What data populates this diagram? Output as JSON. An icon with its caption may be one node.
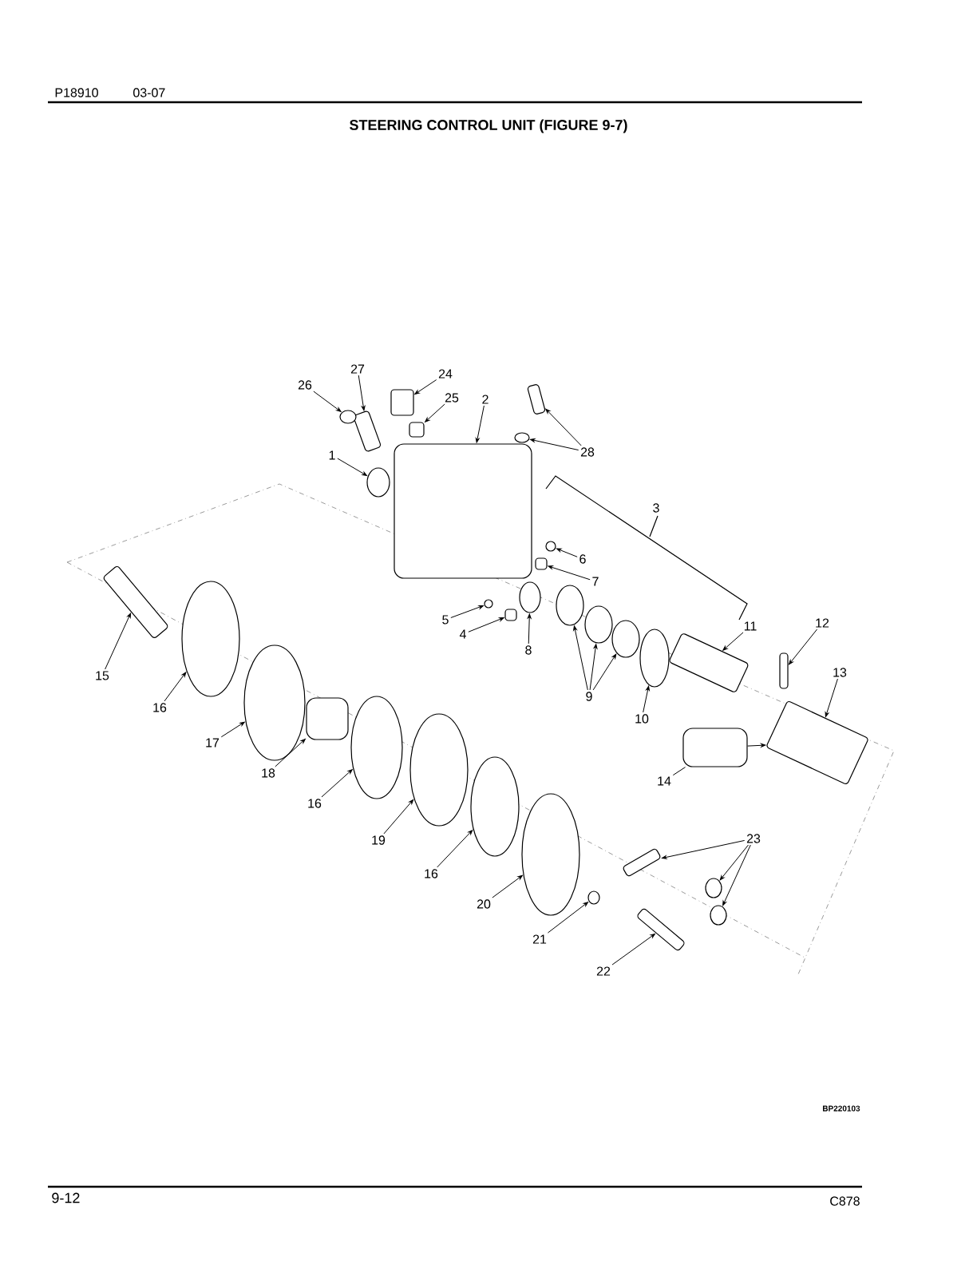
{
  "diagram": {
    "title": "STEERING CONTROL UNIT (FIGURE 9-7)",
    "nodes": [
      {
        "text": [
          "27"
        ]
      },
      {
        "text": [
          "24"
        ]
      },
      {
        "text": [
          "26"
        ]
      },
      {
        "text": [
          "2"
        ]
      },
      {
        "text": [
          "25"
        ]
      },
      {
        "text": [
          "28"
        ]
      },
      {
        "text": [
          "1"
        ]
      },
      {
        "text": [
          "6"
        ]
      },
      {
        "text": [
          "7"
        ]
      },
      {
        "text": [
          "5"
        ]
      },
      {
        "text": [
          "12"
        ]
      },
      {
        "text": [
          "11"
        ]
      },
      {
        "text": [
          "4"
        ]
      },
      {
        "text": [
          "8"
        ]
      },
      {
        "text": [
          "13"
        ]
      },
      {
        "text": [
          "15"
        ]
      },
      {
        "text": [
          "9"
        ]
      },
      {
        "text": [
          "16"
        ]
      },
      {
        "text": [
          "10"
        ]
      },
      {
        "text": [
          "17"
        ]
      },
      {
        "text": [
          "18"
        ]
      },
      {
        "text": [
          "14"
        ]
      },
      {
        "text": [
          "16"
        ]
      },
      {
        "text": [
          "23"
        ]
      },
      {
        "text": [
          "19"
        ]
      },
      {
        "text": [
          "16"
        ]
      },
      {
        "text": [
          "20"
        ]
      },
      {
        "text": [
          "21"
        ]
      },
      {
        "text": [
          "22"
        ]
      },
      {
        "text": [],
        "shape": "cylinder"
      },
      {
        "text": [],
        "shape": "cylinder"
      },
      {
        "text": [],
        "shape": "circle"
      },
      {
        "text": [],
        "shape": "box"
      },
      {
        "text": [],
        "shape": "cylinder"
      },
      {
        "text": [],
        "shape": "cylinder"
      },
      {
        "text": [],
        "shape": "circle"
      },
      {
        "text": [],
        "shape": "circle"
      },
      {
        "text": [],
        "shape": "circle"
      },
      {
        "text": [],
        "shape": "cylinder"
      },
      {
        "text": [],
        "shape": "circle"
      },
      {
        "text": [],
        "shape": "cylinder"
      },
      {
        "text": [],
        "shape": "cylinder"
      },
      {
        "text": [],
        "shape": "cylinder"
      },
      {
        "text": [],
        "shape": "circle"
      },
      {
        "text": [],
        "shape": "cylinder"
      },
      {
        "text": [],
        "shape": "cylinder"
      },
      {
        "text": [],
        "shape": "circle"
      },
      {
        "text": [],
        "shape": "circle"
      },
      {
        "text": [],
        "shape": "circle"
      },
      {
        "text": [],
        "shape": "circle"
      },
      {
        "text": [],
        "shape": "circle"
      },
      {
        "text": [],
        "shape": "circle"
      },
      {
        "text": [],
        "shape": "box"
      },
      {
        "text": [],
        "shape": "box"
      },
      {
        "text": [],
        "shape": "circle"
      },
      {
        "text": [],
        "shape": "cylinder"
      },
      {
        "text": [],
        "shape": "circle"
      },
      {
        "text": [],
        "shape": "circle"
      },
      {
        "text": [],
        "shape": "circle"
      },
      {
        "text": [],
        "shape": "circle"
      },
      {
        "text": [],
        "shape": "circle"
      },
      {
        "text": [],
        "shape": "circle"
      },
      {
        "text": [],
        "shape": "cylinder"
      }
    ],
    "edges": [
      {
        "from": 0,
        "to": 29,
        "arrow": "to"
      },
      {
        "from": 1,
        "to": 30,
        "arrow": "to"
      },
      {
        "from": 2,
        "to": 31,
        "arrow": "to"
      },
      {
        "from": 3,
        "to": 32,
        "arrow": "to"
      },
      {
        "from": 4,
        "to": 33,
        "arrow": "to"
      },
      {
        "from": 5,
        "to": 34,
        "arrow": "to"
      },
      {
        "from": 5,
        "to": 35,
        "arrow": "to"
      },
      {
        "from": 6,
        "to": 36,
        "arrow": "to"
      },
      {
        "from": 7,
        "to": 37,
        "arrow": "to"
      },
      {
        "from": 8,
        "to": 38,
        "arrow": "to"
      },
      {
        "from": 9,
        "to": 39,
        "arrow": "to"
      },
      {
        "from": 10,
        "to": 40,
        "arrow": "to"
      },
      {
        "from": 11,
        "to": 41,
        "arrow": "to"
      },
      {
        "from": 12,
        "to": 42,
        "arrow": "to"
      },
      {
        "from": 13,
        "to": 43,
        "arrow": "to"
      },
      {
        "from": 14,
        "to": 44,
        "arrow": "to"
      },
      {
        "from": 15,
        "to": 45,
        "arrow": "to"
      },
      {
        "from": 16,
        "to": 46,
        "arrow": "to"
      },
      {
        "from": 16,
        "to": 47,
        "arrow": "to"
      },
      {
        "from": 16,
        "to": 48,
        "arrow": "to"
      },
      {
        "from": 17,
        "to": 49,
        "arrow": "to"
      },
      {
        "from": 18,
        "to": 50,
        "arrow": "to"
      },
      {
        "from": 19,
        "to": 51,
        "arrow": "to"
      },
      {
        "from": 20,
        "to": 52,
        "arrow": "to"
      },
      {
        "from": 21,
        "to": 53,
        "arrow": "none"
      },
      {
        "from": 53,
        "to": 44,
        "arrow": "to"
      },
      {
        "from": 22,
        "to": 54,
        "arrow": "to"
      },
      {
        "from": 23,
        "to": 55,
        "arrow": "to"
      },
      {
        "from": 23,
        "to": 56,
        "arrow": "to"
      },
      {
        "from": 23,
        "to": 57,
        "arrow": "to"
      },
      {
        "from": 24,
        "to": 58,
        "arrow": "to"
      },
      {
        "from": 25,
        "to": 59,
        "arrow": "to"
      },
      {
        "from": 26,
        "to": 60,
        "arrow": "to"
      },
      {
        "from": 27,
        "to": 61,
        "arrow": "to"
      },
      {
        "from": 28,
        "to": 62,
        "arrow": "to"
      }
    ],
    "labels": [
      "P18910",
      "03-07",
      "3",
      "BP220103",
      "9-12",
      "C878"
    ]
  }
}
